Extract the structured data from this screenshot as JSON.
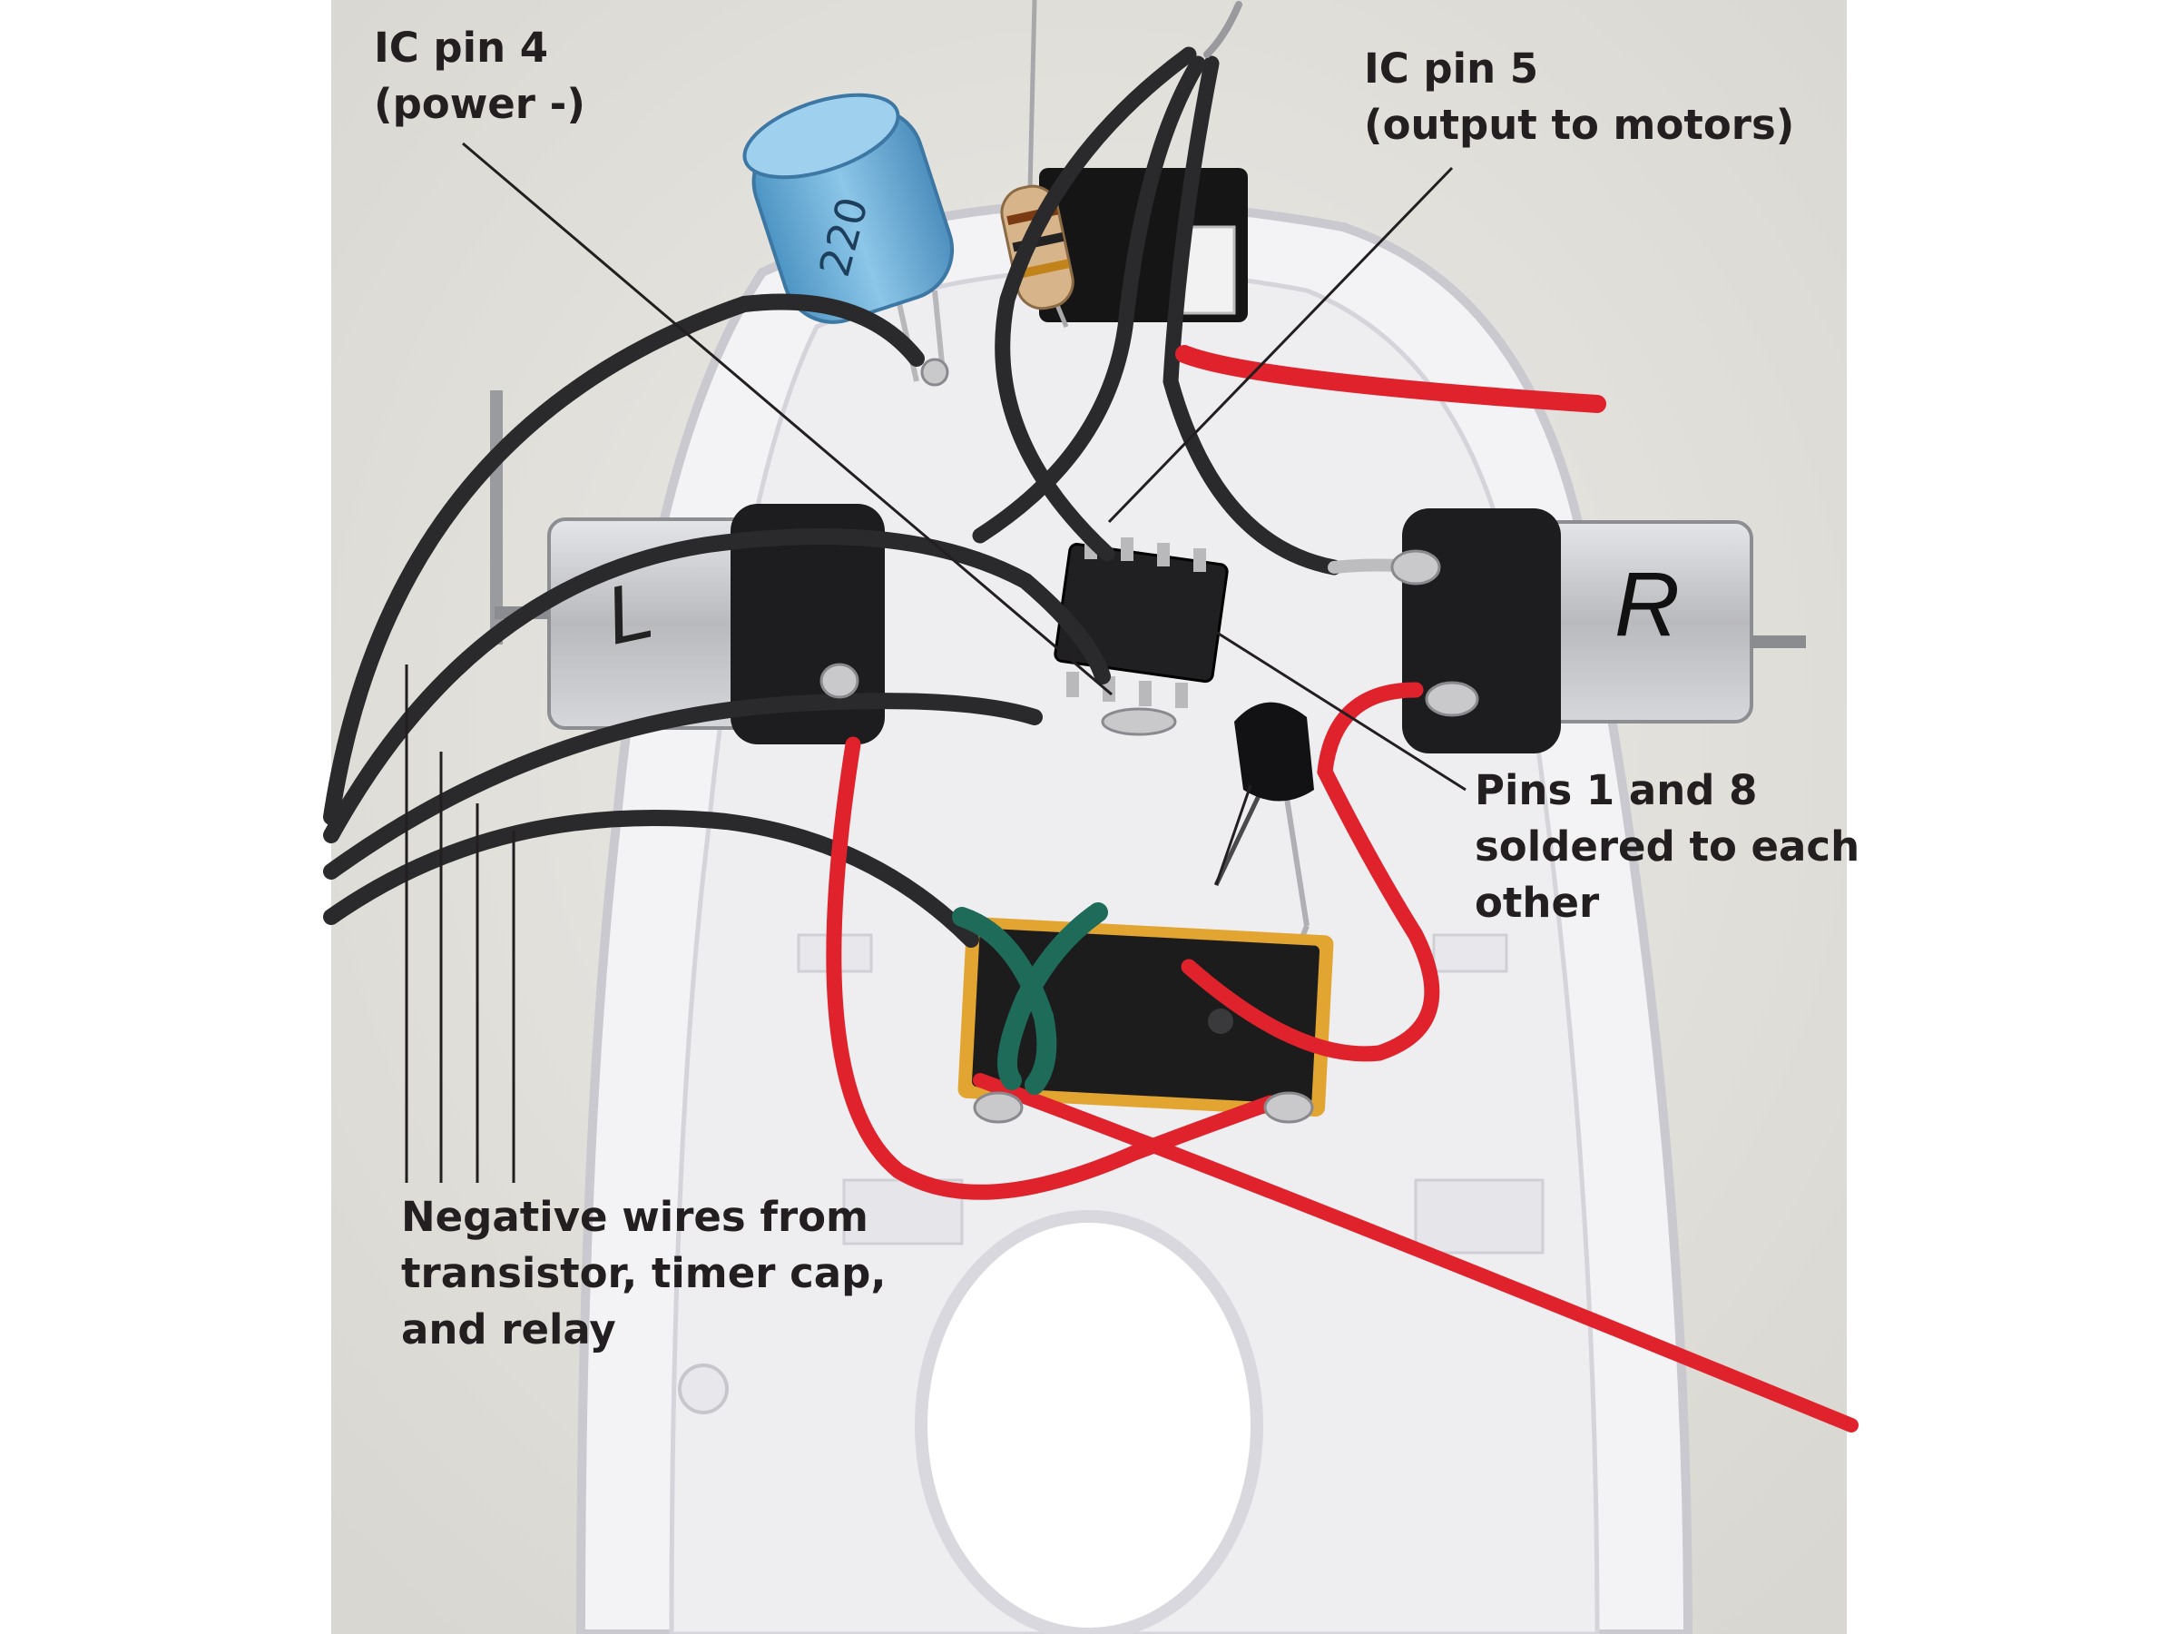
{
  "callouts": {
    "ic_pin_4": {
      "lines": [
        "IC pin 4",
        "(power -)"
      ]
    },
    "ic_pin_5": {
      "lines": [
        "IC pin 5",
        "(output to motors)"
      ]
    },
    "pins_1_8": {
      "lines": [
        "Pins 1 and 8",
        "soldered to each",
        "other"
      ]
    },
    "negative_wires": {
      "lines": [
        "Negative wires from",
        "transistor, timer cap,",
        "and relay"
      ]
    }
  },
  "photo_markings": {
    "capacitor_print": "220",
    "right_motor_mark": "R",
    "left_motor_mark": "L"
  },
  "colors": {
    "background": "#ffffff",
    "photo_backdrop": "#e4e2dc",
    "housing_plastic": "#f1f1f3",
    "motor_can": "#c8c9cc",
    "black_wire": "#2a2a2c",
    "red_wire": "#e0222c",
    "green_wire": "#1e6b5a",
    "relay_tape": "#e2a532",
    "capacitor_blue": "#6aaed6",
    "leader_line": "#231f20",
    "callout_text": "#231f20"
  }
}
